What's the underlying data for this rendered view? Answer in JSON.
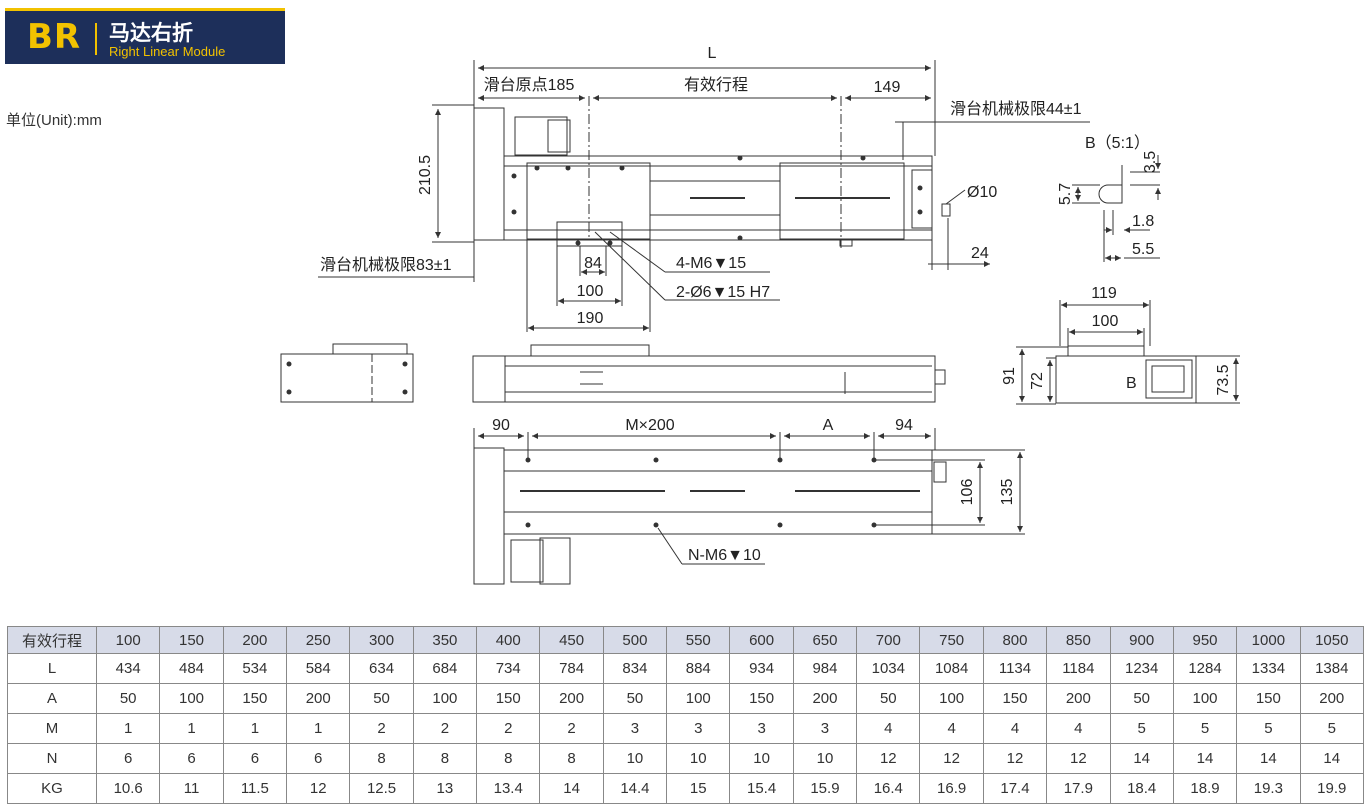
{
  "header": {
    "code": "BR",
    "title_cn": "马达右折",
    "title_en": "Right Linear Module",
    "unit": "单位(Unit):mm",
    "colors": {
      "badge_bg": "#1d2f5a",
      "accent": "#f2c200"
    }
  },
  "drawing": {
    "dim_L": "L",
    "origin": "滑台原点185",
    "stroke_label": "有效行程",
    "d149": "149",
    "limit44": "滑台机械极限44±1",
    "d2105": "210.5",
    "phi10": "Ø10",
    "d24": "24",
    "limit83": "滑台机械极限83±1",
    "d84": "84",
    "d100a": "100",
    "d190": "190",
    "m6_4": "4-M6▼15",
    "phi6": "2-Ø6▼15 H7",
    "detail_b": "B（5:1）",
    "d35": "3.5",
    "d57": "5.7",
    "d18": "1.8",
    "d55": "5.5",
    "d119": "119",
    "d100b": "100",
    "d91": "91",
    "d72": "72",
    "b_label": "B",
    "d735": "73.5",
    "d90": "90",
    "mx200": "M×200",
    "dA": "A",
    "d94": "94",
    "d106": "106",
    "d135": "135",
    "nm6": "N-M6▼10"
  },
  "table": {
    "headers": [
      "有效行程",
      "100",
      "150",
      "200",
      "250",
      "300",
      "350",
      "400",
      "450",
      "500",
      "550",
      "600",
      "650",
      "700",
      "750",
      "800",
      "850",
      "900",
      "950",
      "1000",
      "1050"
    ],
    "rows": [
      [
        "L",
        "434",
        "484",
        "534",
        "584",
        "634",
        "684",
        "734",
        "784",
        "834",
        "884",
        "934",
        "984",
        "1034",
        "1084",
        "1134",
        "1184",
        "1234",
        "1284",
        "1334",
        "1384"
      ],
      [
        "A",
        "50",
        "100",
        "150",
        "200",
        "50",
        "100",
        "150",
        "200",
        "50",
        "100",
        "150",
        "200",
        "50",
        "100",
        "150",
        "200",
        "50",
        "100",
        "150",
        "200"
      ],
      [
        "M",
        "1",
        "1",
        "1",
        "1",
        "2",
        "2",
        "2",
        "2",
        "3",
        "3",
        "3",
        "3",
        "4",
        "4",
        "4",
        "4",
        "5",
        "5",
        "5",
        "5"
      ],
      [
        "N",
        "6",
        "6",
        "6",
        "6",
        "8",
        "8",
        "8",
        "8",
        "10",
        "10",
        "10",
        "10",
        "12",
        "12",
        "12",
        "12",
        "14",
        "14",
        "14",
        "14"
      ],
      [
        "KG",
        "10.6",
        "11",
        "11.5",
        "12",
        "12.5",
        "13",
        "13.4",
        "14",
        "14.4",
        "15",
        "15.4",
        "15.9",
        "16.4",
        "16.9",
        "17.4",
        "17.9",
        "18.4",
        "18.9",
        "19.3",
        "19.9"
      ]
    ]
  }
}
